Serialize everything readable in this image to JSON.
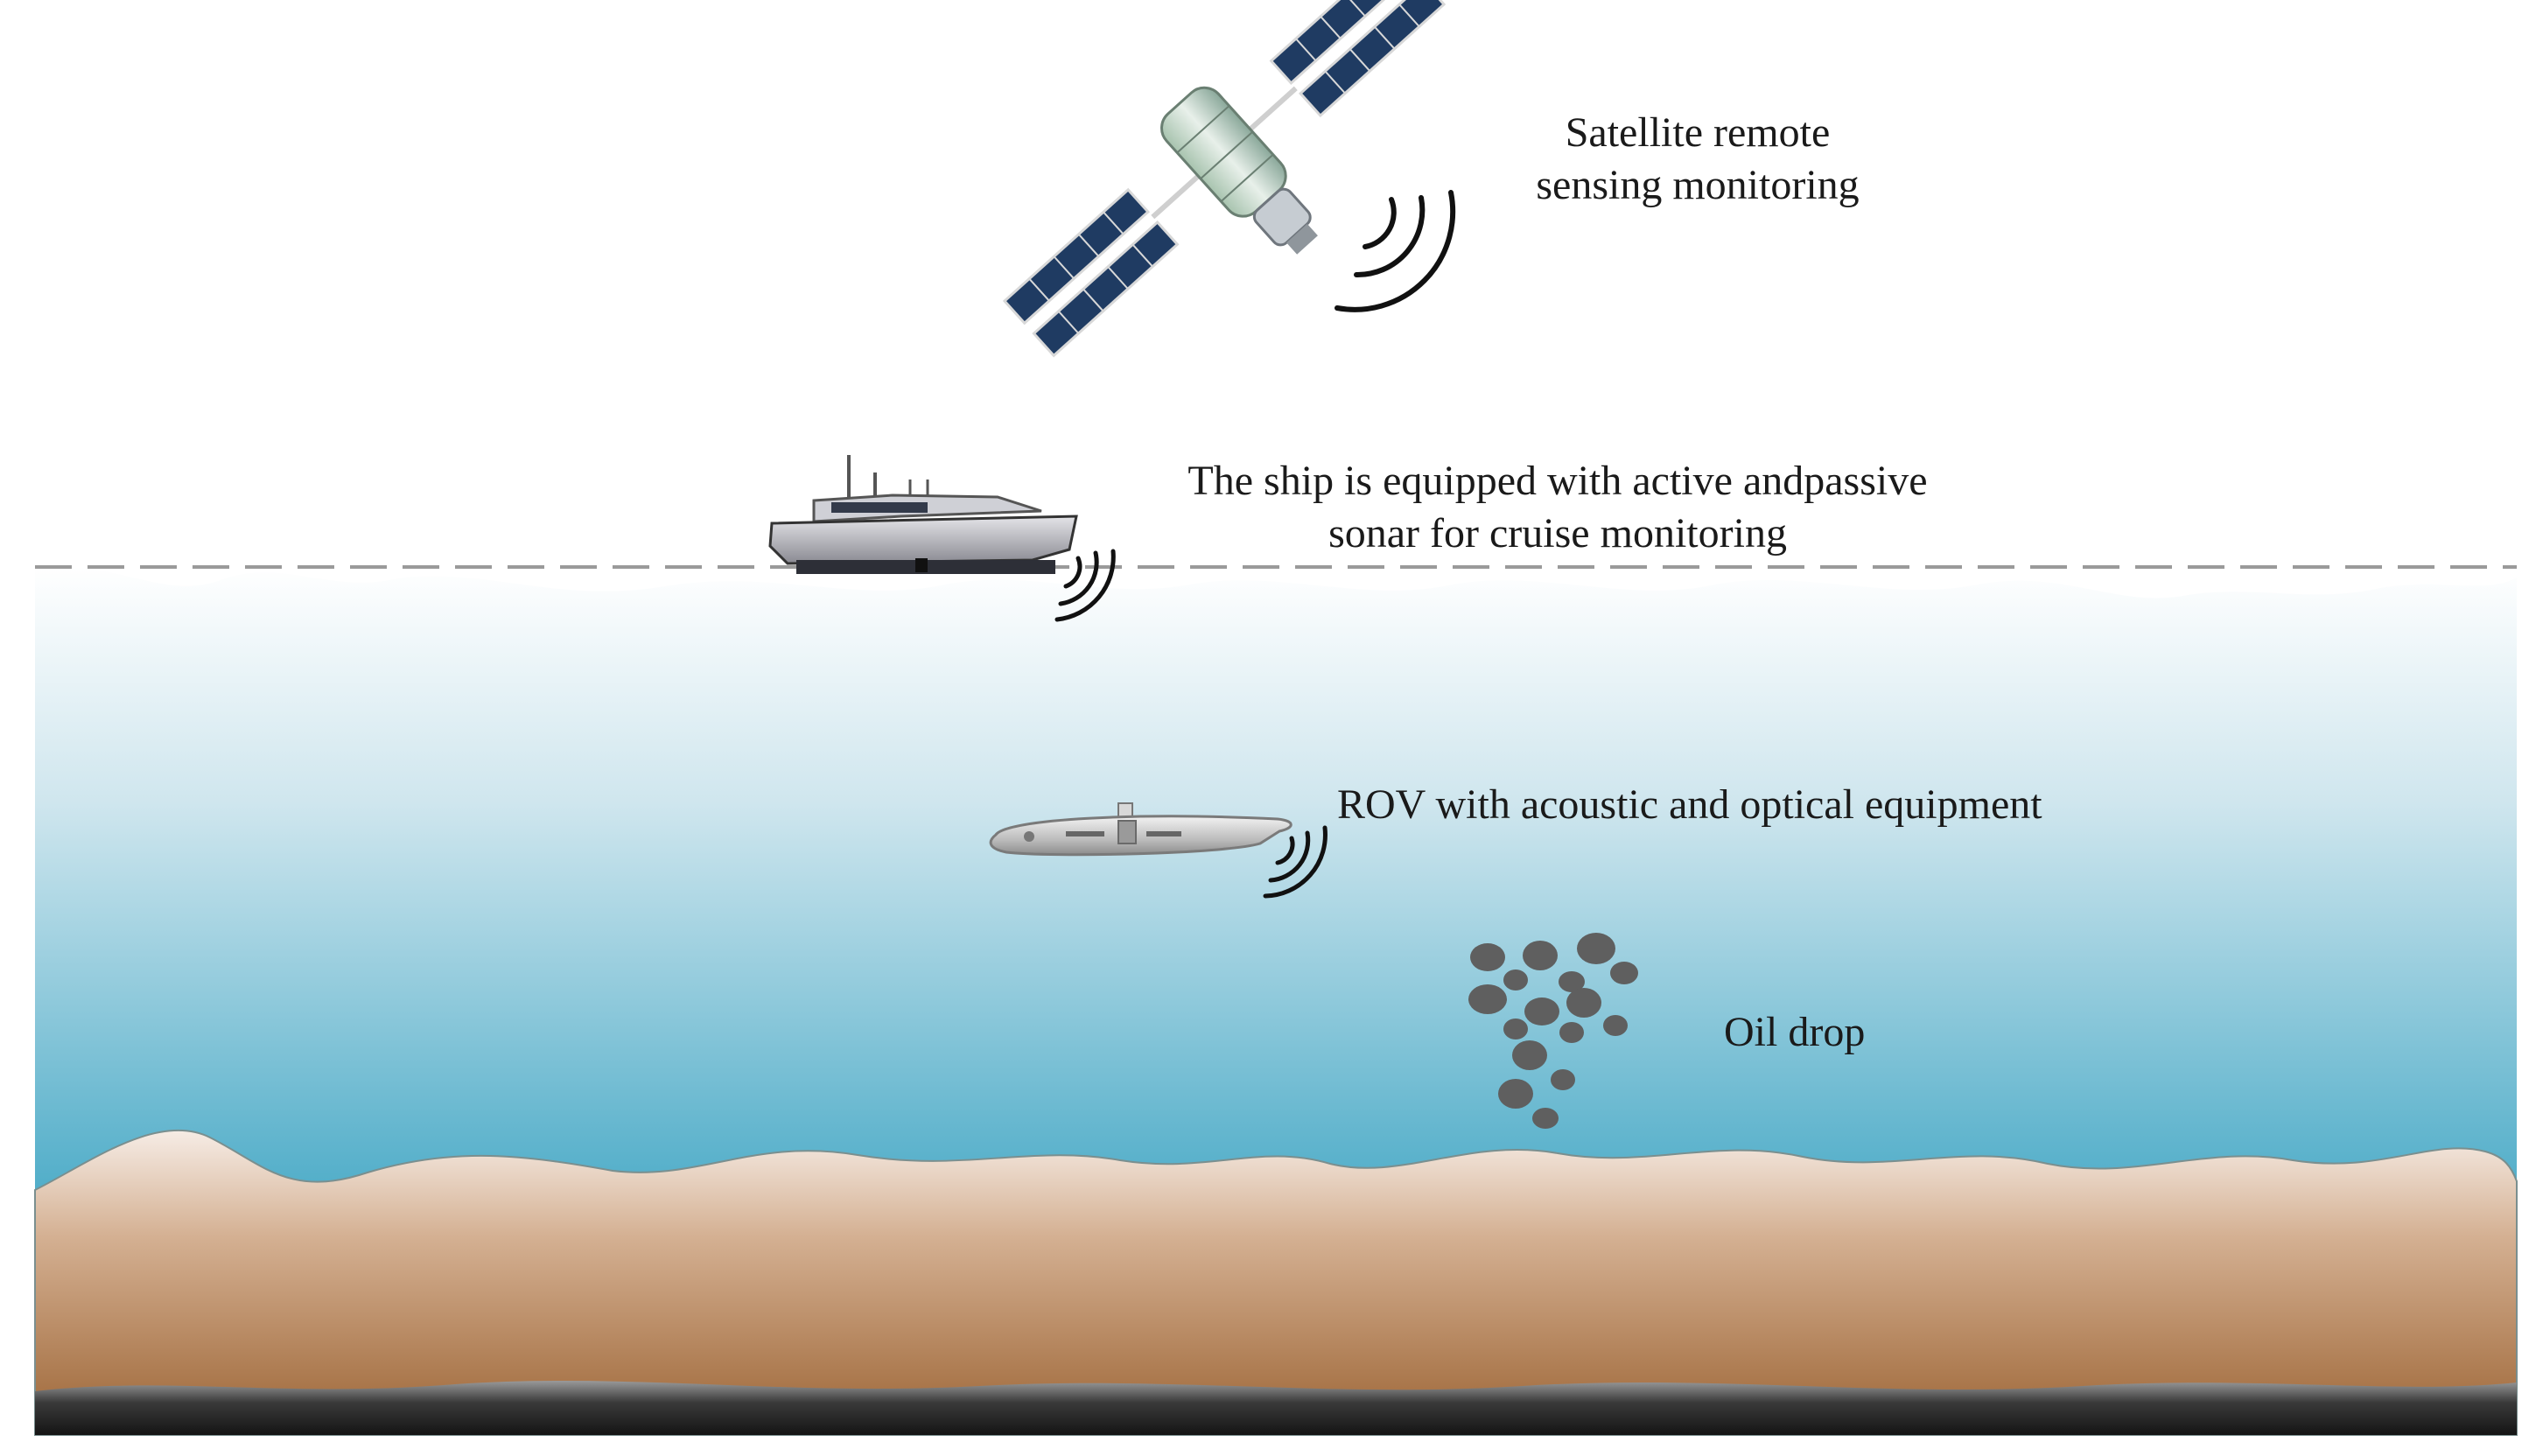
{
  "labels": {
    "satellite_line1": "Satellite remote",
    "satellite_line2": "sensing monitoring",
    "ship_line1": "The ship is equipped with active andpassive",
    "ship_line2": "sonar for cruise monitoring",
    "rov": "ROV with acoustic and optical equipment",
    "oil": "Oil drop"
  },
  "colors": {
    "water_top": "#ffffff",
    "water_bottom": "#40a6c4",
    "sediment_top": "#f6ece5",
    "sediment_bottom": "#9c6434",
    "bedrock": "#3a3a3a",
    "oil_drop": "#5f5f5f",
    "sonar_wave": "#111111",
    "surface_line": "#9a9a9a"
  },
  "icons": {
    "satellite": "satellite-icon",
    "ship": "ship-icon",
    "rov": "rov-icon",
    "signal": "signal-waves-icon"
  }
}
